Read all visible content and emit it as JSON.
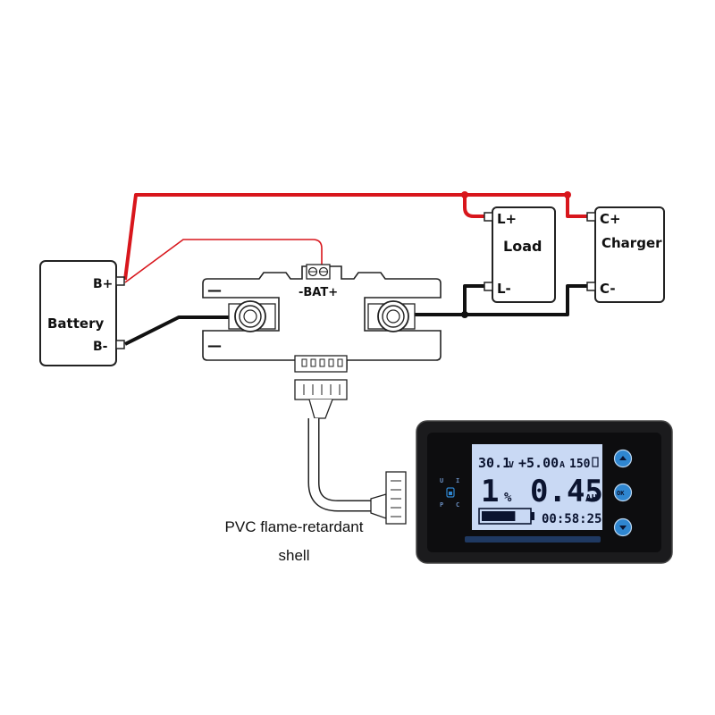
{
  "battery": {
    "label": "Battery",
    "pos_terminal": "B+",
    "neg_terminal": "B-"
  },
  "shunt": {
    "bat_label": "-BAT+",
    "minus_top": "—",
    "minus_bottom": "—"
  },
  "load": {
    "label": "Load",
    "pos_terminal": "L+",
    "neg_terminal": "L-"
  },
  "charger": {
    "label": "Charger",
    "pos_terminal": "C+",
    "neg_terminal": "C-"
  },
  "meter": {
    "voltage": "30.1",
    "voltage_unit": "V",
    "current": "+5.00",
    "current_unit": "A",
    "capacity": "150",
    "percent": "1",
    "percent_unit": "%",
    "amp_hours": "0.45",
    "amp_hours_unit": "AH",
    "time": "00:58:25",
    "indicator_u": "U",
    "indicator_i": "I",
    "indicator_p": "P",
    "indicator_c": "C",
    "button_ok": "OK",
    "battery_level": 0.72
  },
  "caption": {
    "line1": "PVC flame-retardant",
    "line2": "shell"
  },
  "colors": {
    "positive_wire": "#d8161c",
    "negative_wire": "#111111",
    "lcd": "#c9d9f4",
    "button": "#2f86d0",
    "bezel": "#1b1b1d"
  }
}
